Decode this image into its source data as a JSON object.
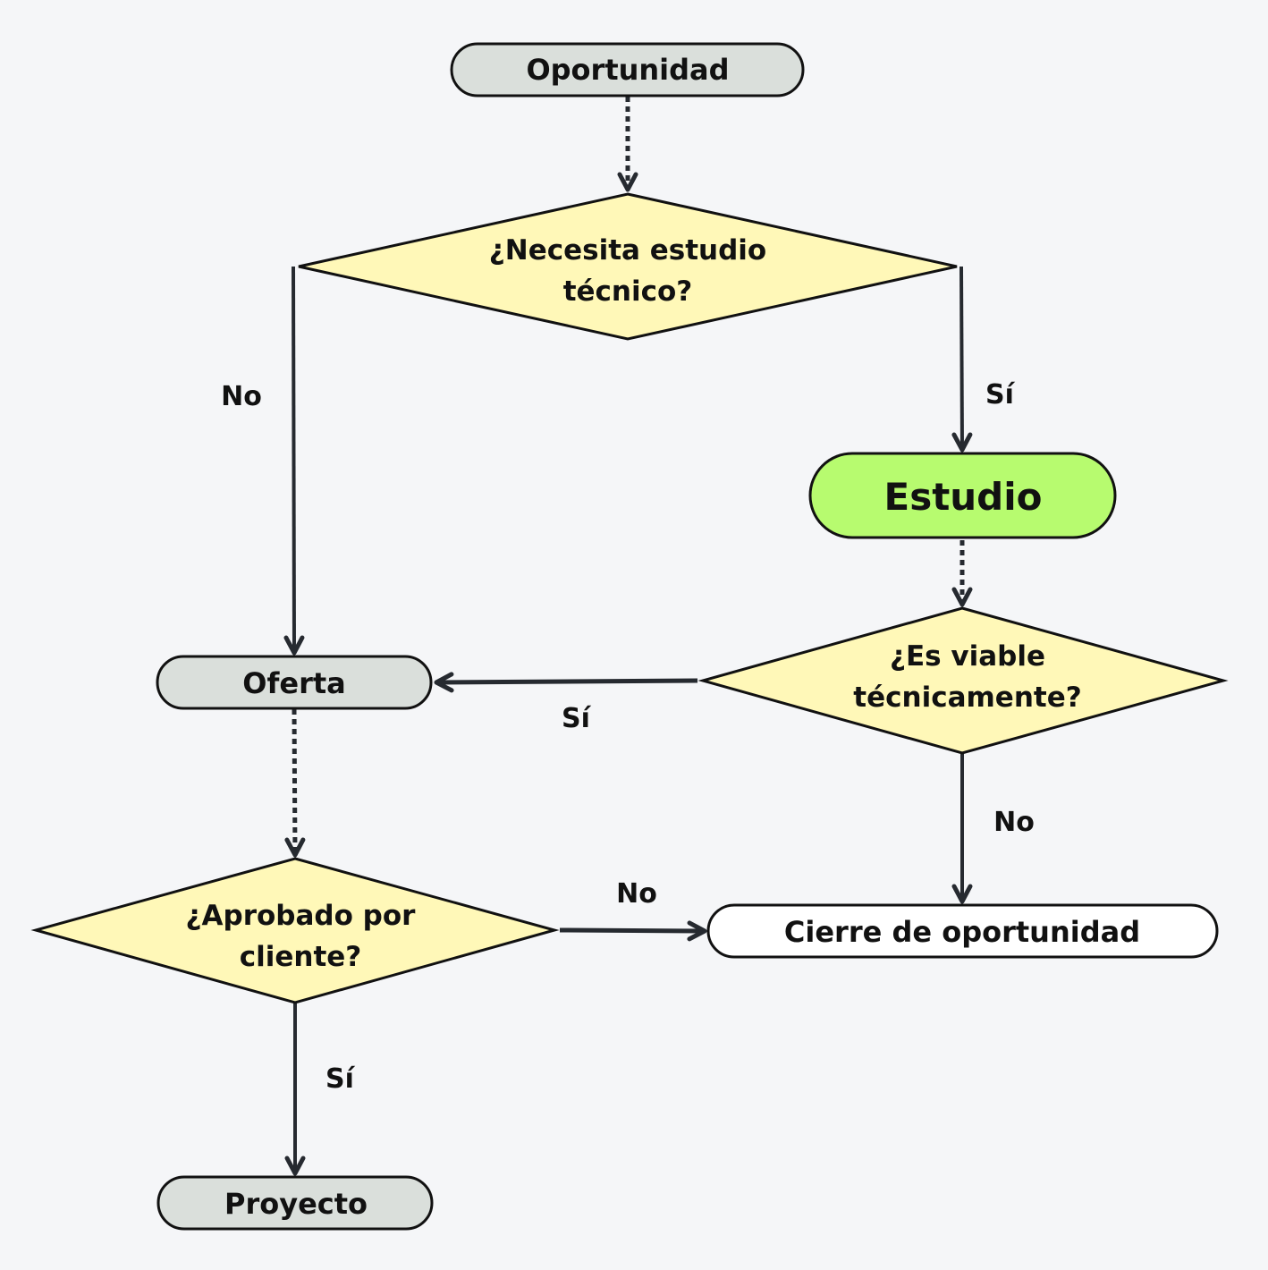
{
  "diagram": {
    "type": "flowchart",
    "colors": {
      "background": "#f5f6f8",
      "terminal_gray": "#dadfdb",
      "decision_yellow": "#fff8b8",
      "study_green": "#b7fb6f",
      "end_white": "#ffffff",
      "stroke": "#111111",
      "edge": "#262a30"
    },
    "nodes": {
      "oportunidad": {
        "label": "Oportunidad",
        "shape": "terminal"
      },
      "necesita": {
        "line1": "¿Necesita estudio",
        "line2": "técnico?",
        "shape": "decision"
      },
      "estudio": {
        "label": "Estudio",
        "shape": "terminal"
      },
      "viable": {
        "line1": "¿Es viable",
        "line2": "técnicamente?",
        "shape": "decision"
      },
      "oferta": {
        "label": "Oferta",
        "shape": "terminal"
      },
      "aprobado": {
        "line1": "¿Aprobado por",
        "line2": "cliente?",
        "shape": "decision"
      },
      "cierre": {
        "label": "Cierre de oportunidad",
        "shape": "terminal"
      },
      "proyecto": {
        "label": "Proyecto",
        "shape": "terminal"
      }
    },
    "edges": [
      {
        "from": "oportunidad",
        "to": "necesita",
        "style": "dotted",
        "label": ""
      },
      {
        "from": "necesita",
        "to": "oferta",
        "style": "solid",
        "label": "No"
      },
      {
        "from": "necesita",
        "to": "estudio",
        "style": "solid",
        "label": "Sí"
      },
      {
        "from": "estudio",
        "to": "viable",
        "style": "dotted",
        "label": ""
      },
      {
        "from": "viable",
        "to": "oferta",
        "style": "solid",
        "label": "Sí"
      },
      {
        "from": "viable",
        "to": "cierre",
        "style": "solid",
        "label": "No"
      },
      {
        "from": "oferta",
        "to": "aprobado",
        "style": "dotted",
        "label": ""
      },
      {
        "from": "aprobado",
        "to": "cierre",
        "style": "solid",
        "label": "No"
      },
      {
        "from": "aprobado",
        "to": "proyecto",
        "style": "solid",
        "label": "Sí"
      }
    ],
    "labels": {
      "necesita_no": "No",
      "necesita_si": "Sí",
      "viable_si": "Sí",
      "viable_no": "No",
      "aprobado_no": "No",
      "aprobado_si": "Sí"
    }
  }
}
